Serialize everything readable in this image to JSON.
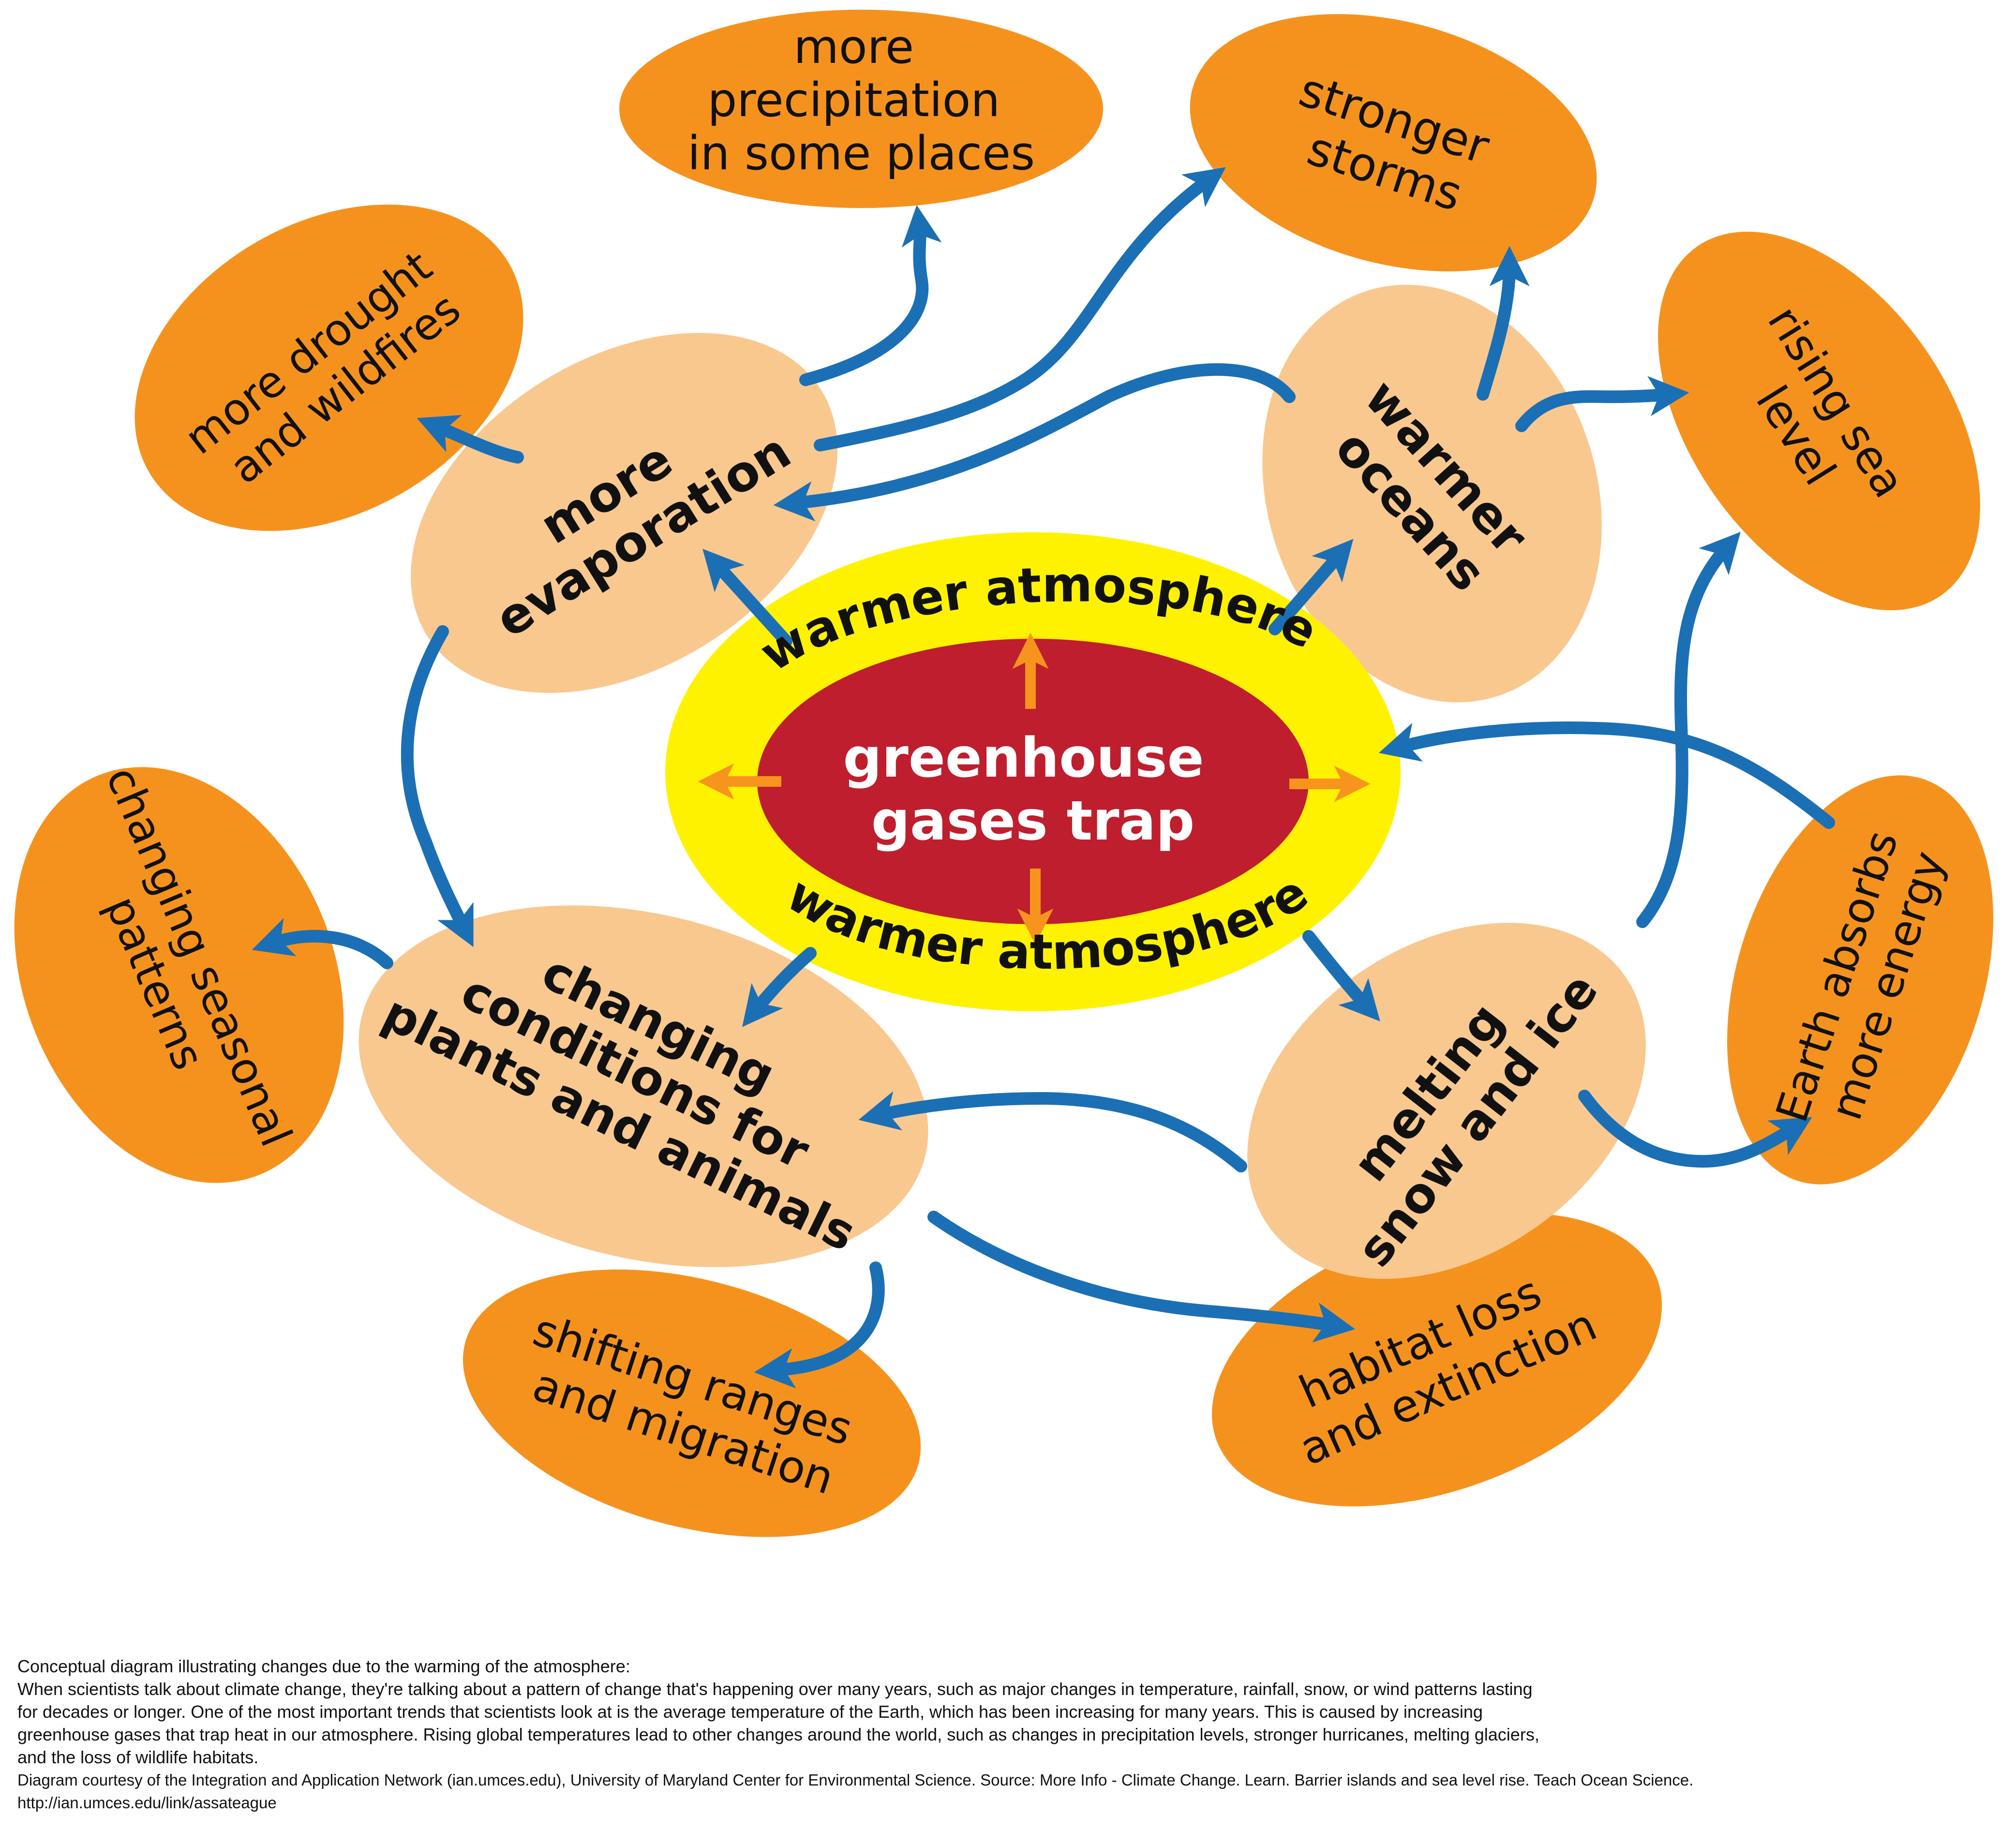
{
  "colors": {
    "outer_node": "#f5921e",
    "inner_node": "#f9c88f",
    "ring": "#fff200",
    "core": "#be1e2d",
    "arrow": "#1b6fb5",
    "core_arrow": "#f7941d"
  },
  "center": {
    "core_lines": [
      "greenhouse",
      "gases trap"
    ],
    "ring_top": "warmer atmosphere",
    "ring_bottom": "warmer atmosphere"
  },
  "nodes": {
    "more_evaporation": [
      "more",
      "evaporation"
    ],
    "warmer_oceans": [
      "warmer",
      "oceans"
    ],
    "changing_conditions": [
      "changing",
      "conditions for",
      "plants and animals"
    ],
    "melting_snow": [
      "melting",
      "snow and ice"
    ],
    "more_precipitation": [
      "more",
      "precipitation",
      "in some places"
    ],
    "stronger_storms": [
      "stronger",
      "storms"
    ],
    "drought_wildfires": [
      "more drought",
      "and wildfires"
    ],
    "rising_sea": [
      "rising sea",
      "level"
    ],
    "seasonal_patterns": [
      "changing seasonal",
      "patterns"
    ],
    "earth_absorbs": [
      "Earth absorbs",
      "more energy"
    ],
    "shifting_ranges": [
      "shifting ranges",
      "and migration"
    ],
    "habitat_loss": [
      "habitat loss",
      "and extinction"
    ]
  },
  "caption": {
    "heading": "Conceptual diagram illustrating changes due to the warming of the atmosphere:",
    "body_lines": [
      "When scientists talk about climate change, they're talking about a pattern of change that's happening over many years, such as major changes in temperature, rainfall, snow, or wind patterns lasting",
      "for decades or longer. One of the most important trends that scientists look at is the average temperature of the Earth, which has been increasing for many years. This is caused by increasing",
      "greenhouse gases that trap heat in our atmosphere. Rising global temperatures lead to other changes around the world, such as changes in precipitation levels, stronger hurricanes, melting glaciers,",
      "and the loss of wildlife habitats."
    ],
    "credit": "Diagram courtesy of the Integration and Application Network (ian.umces.edu), University of Maryland Center for Environmental Science. Source: More Info - Climate Change. Learn. Barrier islands and sea level rise. Teach Ocean Science.",
    "link": "http://ian.umces.edu/link/assateague"
  }
}
